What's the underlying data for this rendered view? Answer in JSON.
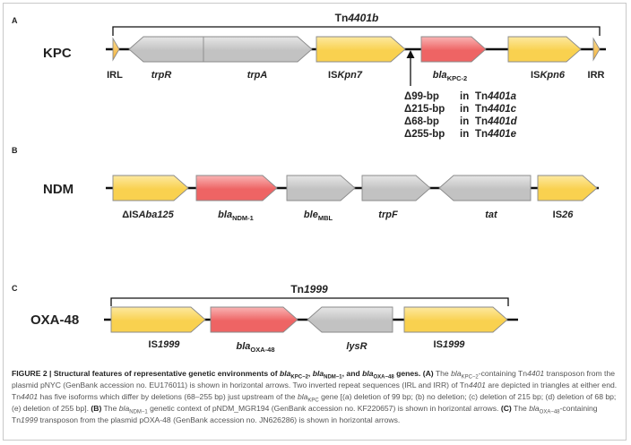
{
  "panels": [
    {
      "letter": "A",
      "name": "KPC",
      "bracket_label": {
        "prefix": "Tn",
        "italic": "4401b",
        "suffix": ""
      },
      "elements": [
        {
          "id": "IRL",
          "kind": "ir",
          "label": [
            {
              "t": "IRL"
            }
          ]
        },
        {
          "id": "trpR",
          "kind": "gray",
          "label": [
            {
              "t": "trpR",
              "i": true
            }
          ]
        },
        {
          "id": "trpA",
          "kind": "gray",
          "label": [
            {
              "t": "trpA",
              "i": true
            }
          ]
        },
        {
          "id": "ISKpn7",
          "kind": "yellow",
          "label": [
            {
              "t": "IS"
            },
            {
              "t": "Kpn7",
              "i": true
            }
          ]
        },
        {
          "id": "blaKPC2",
          "kind": "red",
          "label": [
            {
              "t": "bla",
              "i": true
            },
            {
              "t": "KPC-2",
              "sub": true
            }
          ]
        },
        {
          "id": "ISKpn6",
          "kind": "yellow",
          "label": [
            {
              "t": "IS"
            },
            {
              "t": "Kpn6",
              "i": true
            }
          ]
        },
        {
          "id": "IRR",
          "kind": "ir",
          "label": [
            {
              "t": "IRR"
            }
          ]
        }
      ],
      "deletions": [
        {
          "size": "Δ99-bp",
          "isoform_prefix": "Tn",
          "isoform_italic": "4401a"
        },
        {
          "size": "Δ215-bp",
          "isoform_prefix": "Tn",
          "isoform_italic": "4401c"
        },
        {
          "size": "Δ68-bp",
          "isoform_prefix": "Tn",
          "isoform_italic": "4401d"
        },
        {
          "size": "Δ255-bp",
          "isoform_prefix": "Tn",
          "isoform_italic": "4401e"
        }
      ],
      "deletion_joiner": "in"
    },
    {
      "letter": "B",
      "name": "NDM",
      "elements": [
        {
          "id": "ISAba125",
          "kind": "yellow",
          "label": [
            {
              "t": "ΔIS"
            },
            {
              "t": "Aba125",
              "i": true
            }
          ]
        },
        {
          "id": "blaNDM1",
          "kind": "red",
          "label": [
            {
              "t": "bla",
              "i": true
            },
            {
              "t": "NDM-1",
              "sub": true
            }
          ]
        },
        {
          "id": "bleMBL",
          "kind": "gray",
          "label": [
            {
              "t": "ble",
              "i": true
            },
            {
              "t": "MBL",
              "sub": true
            }
          ]
        },
        {
          "id": "trpF",
          "kind": "gray",
          "label": [
            {
              "t": "trpF",
              "i": true
            }
          ]
        },
        {
          "id": "tat",
          "kind": "gray",
          "label": [
            {
              "t": "tat",
              "i": true
            }
          ]
        },
        {
          "id": "IS26",
          "kind": "yellow",
          "label": [
            {
              "t": "IS"
            },
            {
              "t": "26",
              "i": true
            }
          ]
        }
      ]
    },
    {
      "letter": "C",
      "name": "OXA-48",
      "bracket_label": {
        "prefix": "Tn",
        "italic": "1999",
        "suffix": ""
      },
      "elements": [
        {
          "id": "IS1999a",
          "kind": "yellow",
          "label": [
            {
              "t": "IS"
            },
            {
              "t": "1999",
              "i": true
            }
          ]
        },
        {
          "id": "blaOXA48",
          "kind": "red",
          "label": [
            {
              "t": "bla",
              "i": true
            },
            {
              "t": "OXA-48",
              "sub": true
            }
          ]
        },
        {
          "id": "lysR",
          "kind": "gray",
          "label": [
            {
              "t": "lysR",
              "i": true
            }
          ]
        },
        {
          "id": "IS1999b",
          "kind": "yellow",
          "label": [
            {
              "t": "IS"
            },
            {
              "t": "1999",
              "i": true
            }
          ]
        }
      ]
    }
  ],
  "caption": {
    "figure_label": "FIGURE 2 |",
    "title": [
      {
        "t": "Structural features of representative genetic environments of "
      },
      {
        "t": "bla",
        "i": true
      },
      {
        "t": "KPC−2",
        "sub": true
      },
      {
        "t": ", "
      },
      {
        "t": "bla",
        "i": true
      },
      {
        "t": "NDM−1",
        "sub": true
      },
      {
        "t": ", and "
      },
      {
        "t": "bla",
        "i": true
      },
      {
        "t": "OXA−48",
        "sub": true
      },
      {
        "t": " genes."
      }
    ],
    "body": [
      {
        "t": "(A)",
        "b": true
      },
      {
        "t": " The "
      },
      {
        "t": "bla",
        "i": true
      },
      {
        "t": "KPC−2",
        "sub": true
      },
      {
        "t": "-containing Tn"
      },
      {
        "t": "4401",
        "i": true
      },
      {
        "t": " transposon from the plasmid pNYC (GenBank accession no. EU176011) is shown in horizontal arrows. Two inverted repeat sequences (IRL and IRR) of Tn"
      },
      {
        "t": "4401",
        "i": true
      },
      {
        "t": " are depicted in triangles at either end. Tn"
      },
      {
        "t": "4401",
        "i": true
      },
      {
        "t": " has five isoforms which differ by deletions (68–255 bp) just upstream of the "
      },
      {
        "t": "bla",
        "i": true
      },
      {
        "t": "KPC",
        "sub": true
      },
      {
        "t": " gene [(a) deletion of 99 bp; (b) no deletion; (c) deletion of 215 bp; (d) deletion of 68 bp; (e) deletion of 255 bp]. "
      },
      {
        "t": "(B)",
        "b": true
      },
      {
        "t": " The "
      },
      {
        "t": "bla",
        "i": true
      },
      {
        "t": "NDM−1",
        "sub": true
      },
      {
        "t": " genetic context of pNDM_MGR194 (GenBank accession no. KF220657) is shown in horizontal arrows. "
      },
      {
        "t": "(C)",
        "b": true
      },
      {
        "t": " The "
      },
      {
        "t": "bla",
        "i": true
      },
      {
        "t": "OXA−48",
        "sub": true
      },
      {
        "t": "-containing Tn"
      },
      {
        "t": "1999",
        "i": true
      },
      {
        "t": " transposon from the plasmid pOXA-48 (GenBank accession no. JN626286) is shown in horizontal arrows."
      }
    ]
  },
  "colors": {
    "yellow": "#f9d14f",
    "yellow_light": "#fde9a0",
    "red": "#ee6464",
    "red_light": "#f9b4b4",
    "gray": "#c2c2c2",
    "gray_light": "#e6e6e6",
    "ir": "#f4b33d",
    "ir_light": "#fad98a",
    "edge": "#8a8a8a",
    "backbone": "#111111",
    "text": "#222222"
  }
}
